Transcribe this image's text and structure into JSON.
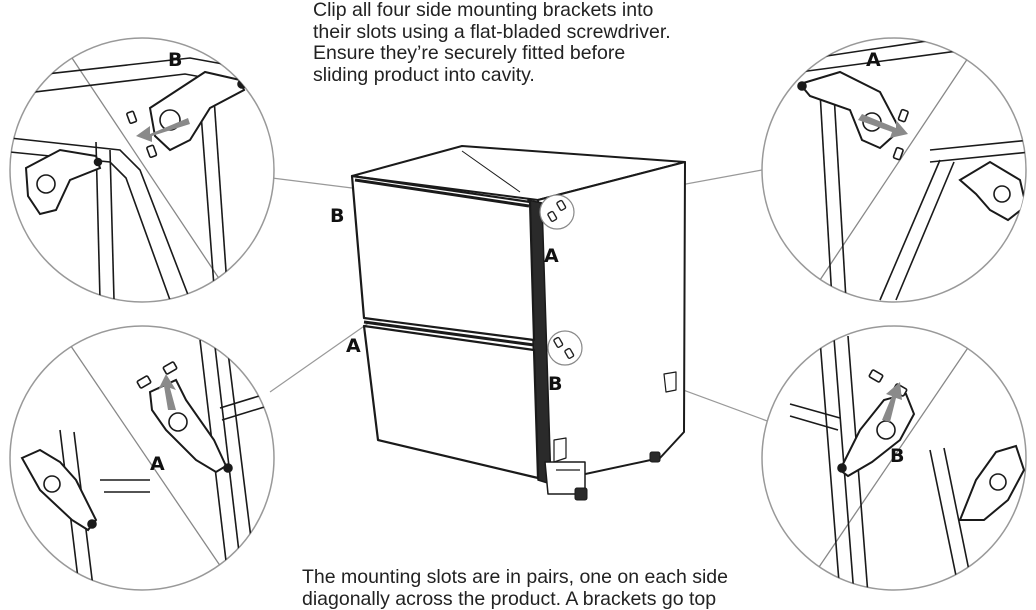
{
  "instructions": {
    "lines": [
      "Clip all four side mounting brackets into",
      "their slots using a flat-bladed screwdriver.",
      "Ensure they’re securely fitted before",
      "sliding product into cavity."
    ]
  },
  "footnote": {
    "lines": [
      "The mounting slots are in pairs, one on each side",
      "diagonally across the product. A brackets go top"
    ]
  },
  "labels": {
    "cabinet_top_left": "B",
    "cabinet_mid_left": "A",
    "cabinet_side_top": "A",
    "cabinet_side_bottom": "B",
    "detail_top_left": "B",
    "detail_top_right": "A",
    "detail_bottom_left": "A",
    "detail_bottom_right": "B"
  }
}
